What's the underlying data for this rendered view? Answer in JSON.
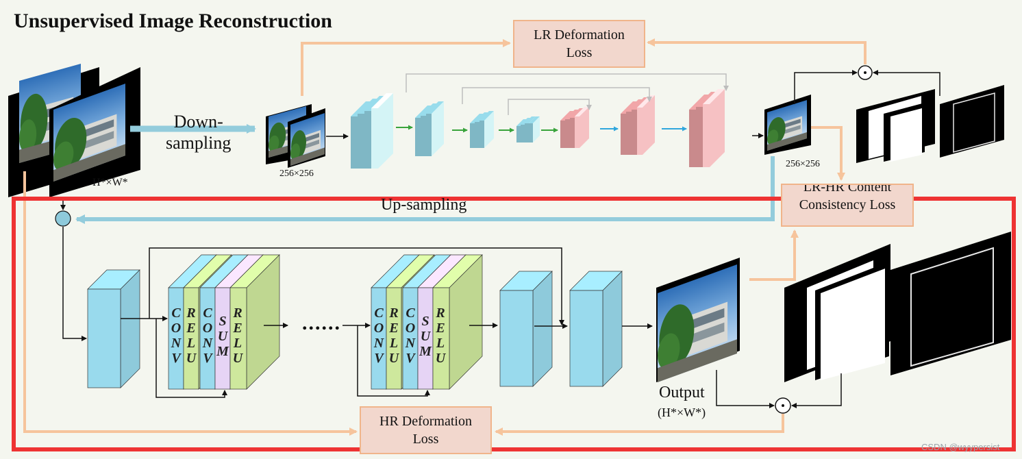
{
  "title": "Unsupervised Image Reconstruction",
  "downsampling_label": "Down-\nsampling",
  "upsampling_label": "Up-sampling",
  "lr_size_label": "256×256",
  "lr_out_size_label": "256×256",
  "hr_input_label": "H*×W*",
  "loss_boxes": {
    "lr_deformation": "LR Deformation\nLoss",
    "lr_hr_content": "LR-HR Content\nConsistency Loss",
    "hr_deformation": "HR Deformation\nLoss"
  },
  "layer_letters": {
    "conv": "C\nO\nN\nV",
    "relu": "R\nE\nL\nU",
    "sum": "S\nU\nM"
  },
  "ellipsis": "......",
  "output_label": "Output",
  "output_size": "(H*×W*)",
  "watermark": "CSDN @wyypersist",
  "colors": {
    "red_frame": "#ee3333",
    "orange_arrow": "#f6c49c",
    "blue_arrow": "#93ccdc",
    "teal_block": "#7fb7c5",
    "light_cyan": "#d4f4f6",
    "pink_block": "#f6c1c3",
    "mauve_block": "#c98a8c",
    "blue_block": "#8ecadb",
    "green_block": "#bfd791",
    "lavender_block": "#d5c4e3"
  }
}
